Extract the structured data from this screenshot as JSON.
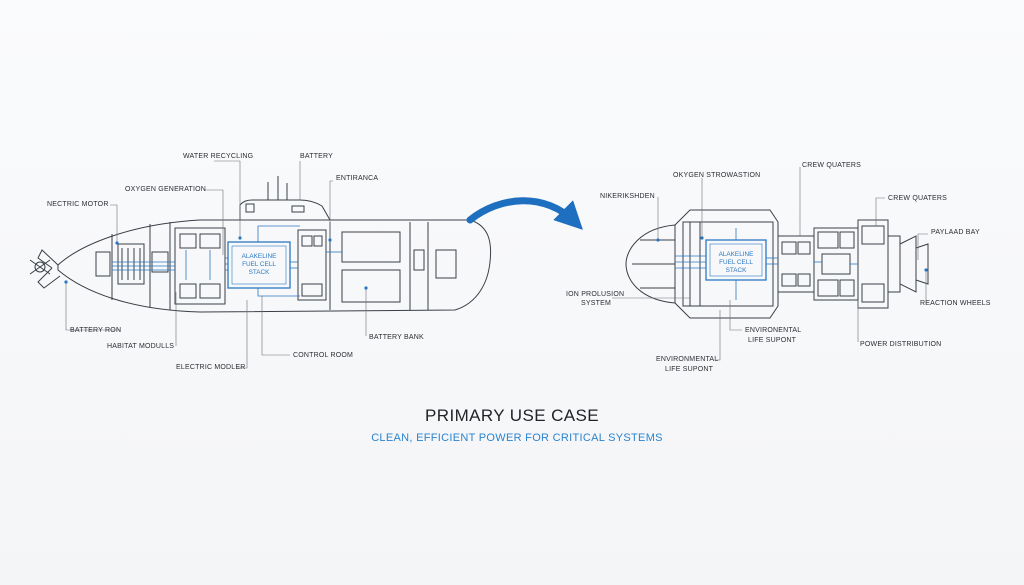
{
  "colors": {
    "accent": "#1f6fc0",
    "line": "#3a3f47",
    "fuel_cell": "#2b78c2"
  },
  "submarine": {
    "labels": {
      "water_recycling": "WATER RECYCLING",
      "battery": "BATTERY",
      "entrance": "ENTIRANCA",
      "oxygen_generation": "OXYGEN GENERATION",
      "electric_motor": "NECTRIC MOTOR",
      "battery_room": "BATTERY RON",
      "habitat_modules": "HABITAT MODULLS",
      "electric_modler": "ELECTRIC MODLER",
      "control_room": "CONTROL ROOM",
      "battery_bank": "BATTERY BANK"
    },
    "stack": {
      "line1": "ALAKELINE",
      "line2": "FUEL CELL",
      "line3": "STACK"
    }
  },
  "spacecraft": {
    "labels": {
      "nikerikshden": "NIKERIKSHDEN",
      "oxygen_strowastion": "OKYGEN STROWASTION",
      "crew_quaters_top": "CREW QUATERS",
      "crew_quaters_right": "CREW QUATERS",
      "payload_bay": "PAYLAAD BAY",
      "ion_propulsion_1": "ION PROLUSION",
      "ion_propulsion_2": "SYSTEM",
      "env_support_right_1": "ENVIRONENTAL",
      "env_support_right_2": "LIFE SUPONT",
      "env_support_left_1": "ENVIRONMENTAL",
      "env_support_left_2": "LIFE SUPONT",
      "reaction_wheels": "REACTION WHEELS",
      "power_distribution": "POWER DISTRIBUTION"
    },
    "stack": {
      "line1": "ALAKELINE",
      "line2": "FUEL CELL",
      "line3": "STACK"
    }
  },
  "caption": {
    "title": "PRIMARY USE CASE",
    "subtitle": "CLEAN, EFFICIENT POWER FOR CRITICAL SYSTEMS"
  }
}
